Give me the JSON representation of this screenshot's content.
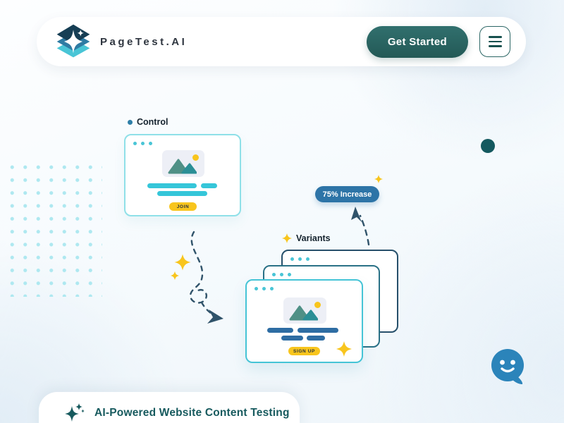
{
  "brand": {
    "name": "PageTest.AI"
  },
  "nav": {
    "cta_label": "Get Started"
  },
  "illustration": {
    "control_label": "Control",
    "variants_label": "Variants",
    "increase_badge": "75% Increase",
    "control_button": "JOIN",
    "variant_button": "SIGN UP"
  },
  "footer": {
    "tagline": "AI-Powered Website Content Testing"
  },
  "colors": {
    "accent_teal": "#2b6665",
    "window_cyan": "#45c4d6",
    "steel_blue": "#2d74a7",
    "gold": "#f8c51d",
    "dark_navy": "#15232e",
    "chat_blue": "#2b84ba"
  }
}
